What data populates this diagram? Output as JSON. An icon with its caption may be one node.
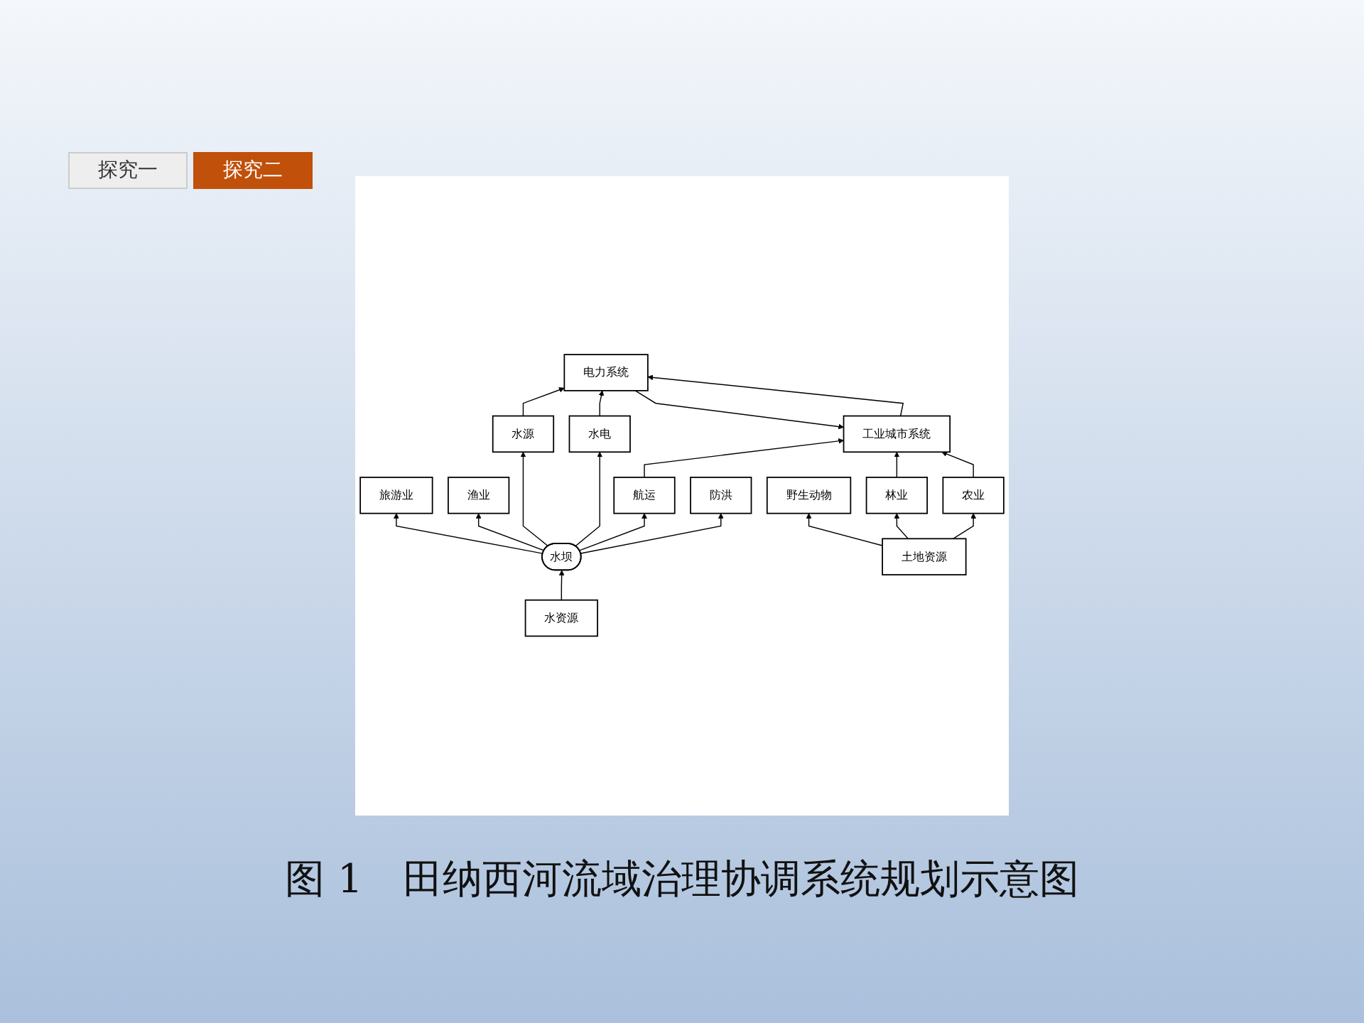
{
  "diagram": {
    "caption": "图 1　田纳西河流域治理协调系统规划示意图",
    "nodes": [
      {
        "text": [
          "工业城市系统"
        ]
      },
      {
        "text": [
          "电力系统"
        ]
      },
      {
        "text": [
          "防洪"
        ]
      },
      {
        "text": [
          "航运"
        ]
      },
      {
        "text": [
          "水电"
        ]
      },
      {
        "text": [
          "水坝"
        ]
      },
      {
        "text": [
          "水源"
        ]
      },
      {
        "text": [
          "农业"
        ]
      },
      {
        "text": [
          "渔业"
        ]
      },
      {
        "text": [
          "旅游业"
        ]
      },
      {
        "text": [
          "林业"
        ]
      },
      {
        "text": [
          "野生动物"
        ]
      },
      {
        "text": [
          "土地资源"
        ]
      },
      {
        "text": [
          "水资源"
        ]
      }
    ],
    "edges": [
      {
        "from": 0,
        "to": 1,
        "arrow": "to"
      },
      {
        "from": 1,
        "to": 0,
        "arrow": "to"
      },
      {
        "from": 3,
        "to": 0,
        "arrow": "to"
      },
      {
        "from": 4,
        "to": 1,
        "arrow": "to"
      },
      {
        "from": 6,
        "to": 1,
        "arrow": "to"
      },
      {
        "from": 5,
        "to": 2,
        "arrow": "to"
      },
      {
        "from": 5,
        "to": 3,
        "arrow": "to"
      },
      {
        "from": 5,
        "to": 4,
        "arrow": "to"
      },
      {
        "from": 5,
        "to": 6,
        "arrow": "to"
      },
      {
        "from": 5,
        "to": 8,
        "arrow": "to"
      },
      {
        "from": 5,
        "to": 9,
        "arrow": "to"
      },
      {
        "from": 7,
        "to": 0,
        "arrow": "to"
      },
      {
        "from": 10,
        "to": 0,
        "arrow": "to"
      },
      {
        "from": 12,
        "to": 7,
        "arrow": "to"
      },
      {
        "from": 12,
        "to": 10,
        "arrow": "to"
      },
      {
        "from": 12,
        "to": 11,
        "arrow": "to"
      },
      {
        "from": 13,
        "to": 5,
        "arrow": "to"
      }
    ],
    "labels": [
      "探究一",
      "探究二"
    ]
  }
}
